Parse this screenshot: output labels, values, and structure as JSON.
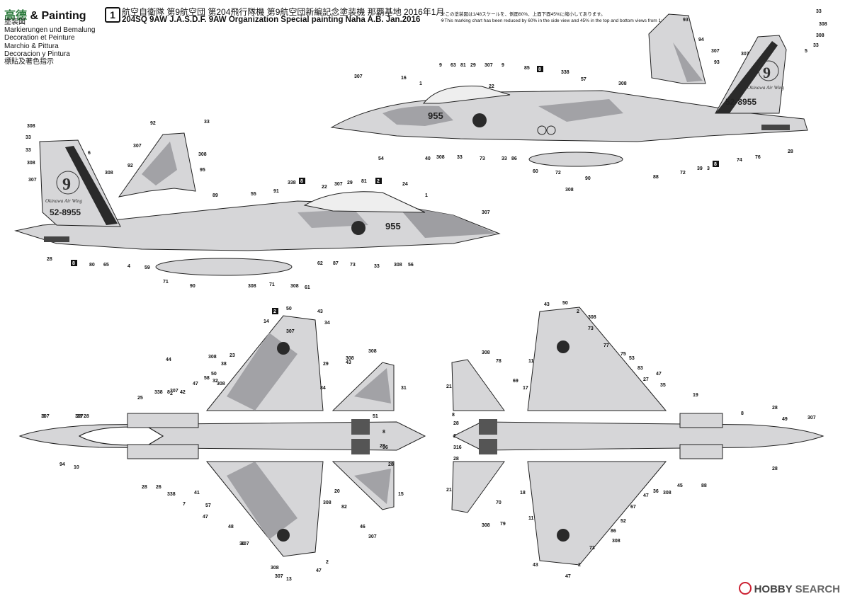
{
  "header": {
    "brand_logo": "高德",
    "brand_title": "& Painting",
    "lines": [
      "塗装図",
      "Markierungen und Bemalung",
      "Decoration et Peinture",
      "Marchio & Pittura",
      "Decoracion y Pintura",
      "標貼及著色指示"
    ]
  },
  "title": {
    "number": "1",
    "japanese": "航空自衛隊 第9航空団 第204飛行隊機 第9航空団新編記念塗装機 那覇基地 2016年1月",
    "english": "204SQ 9AW J.A.S.D.F. 9AW Organization Special painting Naha A.B. Jan.2016"
  },
  "note": {
    "line1": "※この塗装図は1/48スケールを、側面60%、上面下面45%に縮小してあります。",
    "line2": "※This marking chart has been reduced by 60% in the side view and 45% in the top and bottom views from 1:48 scale."
  },
  "aircraft": {
    "nose_number": "955",
    "tail_number": "52-8955",
    "tail_emblem_number": "9",
    "tail_script": "Okinawa Air Wing"
  },
  "callouts": {
    "side_right": [
      "9",
      "63",
      "81",
      "29",
      "307",
      "9",
      "85",
      "8",
      "338",
      "57",
      "16",
      "1",
      "22",
      "308",
      "307",
      "54",
      "40",
      "308",
      "33",
      "73",
      "33",
      "86",
      "60",
      "72",
      "88",
      "90",
      "308",
      "72",
      "39",
      "3",
      "8",
      "74",
      "76",
      "28",
      "5",
      "33",
      "308",
      "33",
      "308",
      "93",
      "94",
      "307",
      "93",
      "307"
    ],
    "side_left": [
      "308",
      "33",
      "33",
      "308",
      "6",
      "307",
      "308",
      "92",
      "33",
      "307",
      "308",
      "92",
      "95",
      "89",
      "55",
      "91",
      "338",
      "8",
      "22",
      "307",
      "29",
      "81",
      "2",
      "24",
      "1",
      "307",
      "28",
      "8",
      "80",
      "65",
      "4",
      "59",
      "71",
      "90",
      "308",
      "71",
      "308",
      "61",
      "62",
      "87",
      "73",
      "33",
      "308",
      "56"
    ],
    "top_view": [
      "2",
      "50",
      "43",
      "34",
      "14",
      "307",
      "308",
      "38",
      "23",
      "29",
      "44",
      "58",
      "50",
      "47",
      "25",
      "338",
      "8",
      "42",
      "28",
      "307",
      "84",
      "31",
      "51",
      "8",
      "28",
      "96",
      "28",
      "94",
      "10",
      "28",
      "26",
      "338",
      "7",
      "41",
      "57",
      "47",
      "48",
      "308",
      "20",
      "82",
      "15",
      "46",
      "30",
      "308",
      "307",
      "13",
      "2",
      "47",
      "32",
      "43",
      "308",
      "308",
      "308",
      "307",
      "307",
      "307",
      "2",
      "8",
      "307",
      "28"
    ],
    "bottom_view": [
      "43",
      "50",
      "2",
      "308",
      "73",
      "308",
      "78",
      "69",
      "17",
      "11",
      "77",
      "75",
      "53",
      "83",
      "47",
      "27",
      "35",
      "19",
      "21",
      "8",
      "28",
      "2",
      "316",
      "28",
      "8",
      "28",
      "49",
      "307",
      "28",
      "21",
      "70",
      "18",
      "11",
      "45",
      "36",
      "47",
      "67",
      "308",
      "52",
      "86",
      "73",
      "308",
      "43",
      "2",
      "47",
      "79",
      "308",
      "88"
    ]
  },
  "colors": {
    "camo_light": "#d6d6d8",
    "camo_dark": "#9a9a9e",
    "hinomaru": "#2a2a2a",
    "watermark_ring": "#cc2233"
  },
  "watermark": {
    "brand": "HOBBY",
    "search": "SEARCH"
  }
}
